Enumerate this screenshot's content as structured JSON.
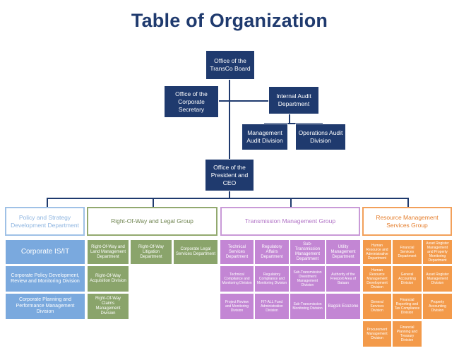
{
  "title": "Table of Organization",
  "board": "Office of the TransCo Board",
  "corp_secretary": "Office of the Corporate Secretary",
  "internal_audit": "Internal Audit Department",
  "mgmt_audit": "Management Audit Division",
  "ops_audit": "Operations Audit Division",
  "president": "Office of the President and CEO",
  "groups": {
    "policy": {
      "header": "Policy and Strategy Development Department",
      "items": [
        "Corporate IS/IT",
        "Corporate Policy Development, Review and Monitoring Division",
        "Corporate Planning and Performance Management Division"
      ]
    },
    "row": {
      "header": "Right-Of-Way and Legal Group",
      "items": [
        "Right-Of-Way and Land Management Department",
        "Right-Of-Way Litigation Department",
        "Corporate Legal Services Department",
        "Right-Of-Way Acquisition Division",
        "Right-Of-Way Claims Management Division"
      ]
    },
    "tmg": {
      "header": "Transmission Management Group",
      "items": [
        "Technical Services Department",
        "Regulatory Affairs Department",
        "Sub-Transmission Management Department",
        "Utility Management Department",
        "Technical Compliance and Monitoring Division",
        "Regulatory Compliance and Monitoring Division",
        "Sub-Transmission Divestment Management Division",
        "Authority of the Freeport Area of Bataan",
        "Project Review and Monitoring Division",
        "FIT-ALL Fund Administration Division",
        "Sub-Transmission Monitoring Division",
        "Bagsik Ecozone"
      ]
    },
    "rmsg": {
      "header": "Resource Management Services Group",
      "items": [
        "Human Resource and Administrative Department",
        "Financial Services Department",
        "Asset Register Management and Property Monitoring Department",
        "Human Resource Management Development Division",
        "General Accounting Division",
        "Asset Register Management Division",
        "General Services Division",
        "Financial Reporting and Tax Compliance Division",
        "Property Accounting Division",
        "Procurement Management Division",
        "Financial Planning and Treasury Division"
      ]
    }
  }
}
